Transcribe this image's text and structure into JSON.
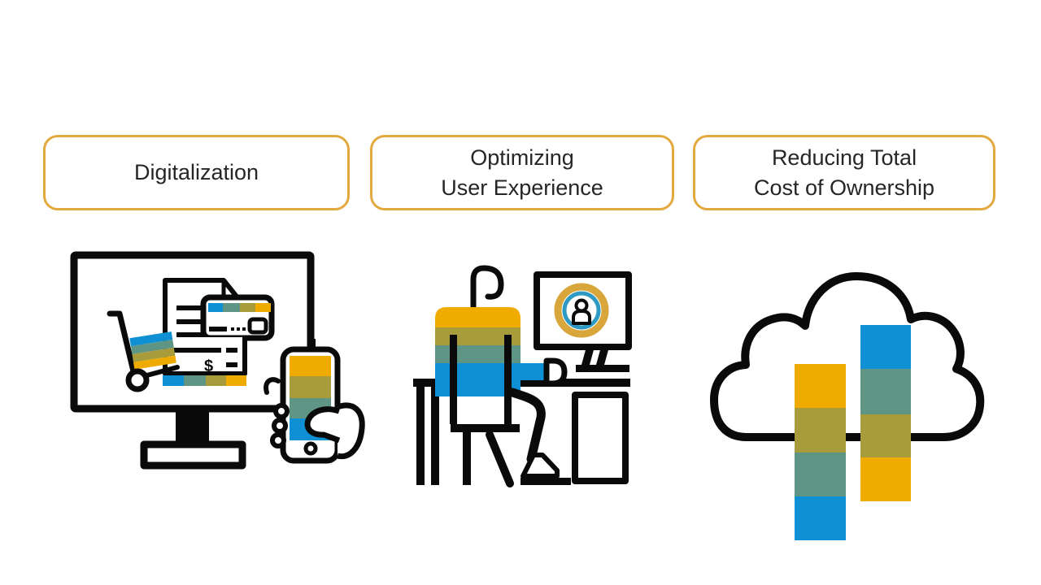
{
  "slide": {
    "cards": [
      {
        "id": "digitalization",
        "lines": [
          "Digitalization"
        ]
      },
      {
        "id": "optimizing-user-experience",
        "lines": [
          "Optimizing",
          "User Experience"
        ]
      },
      {
        "id": "reducing-total-cost-of-ownership",
        "lines": [
          "Reducing Total",
          "Cost of Ownership"
        ]
      }
    ]
  },
  "illustrations": [
    {
      "name": "digitalization-ecommerce-illustration",
      "description": "Desktop monitor showing an invoice document, credit card and hand truck with striped parcel; hand holding a smartphone with striped screen",
      "dollar_sign": "$"
    },
    {
      "name": "user-at-desk-illustration",
      "description": "Person with striped shirt seated at a desk in front of a monitor displaying a circular user avatar"
    },
    {
      "name": "cloud-tco-illustration",
      "description": "Cloud outline with two vertical striped bar columns"
    }
  ],
  "colors": {
    "card_border": "#E3A93E",
    "gold": "#F0AB00",
    "olive": "#A89B3C",
    "teal": "#5E9584",
    "blue": "#0F90D4",
    "ink": "#0A0A0A",
    "text": "#262626",
    "avatar_ring_outer": "#D9A63C",
    "avatar_ring_inner": "#2E9AC4"
  }
}
